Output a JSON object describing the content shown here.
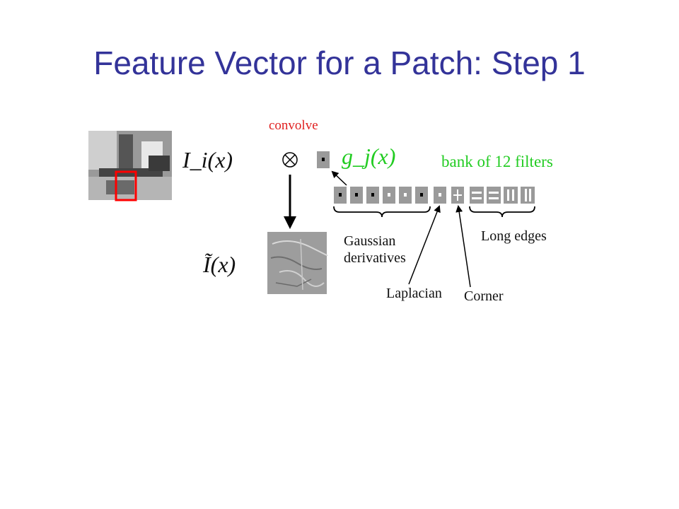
{
  "slide": {
    "title": "Feature Vector for a Patch: Step 1"
  },
  "diagram": {
    "image_label": "I_i(x)",
    "convolve_label": "convolve",
    "filter_label": "g_j(x)",
    "bank_label": "bank of 12 filters",
    "output_label": "Ĩ(x)",
    "groups": {
      "gaussian": "Gaussian derivatives",
      "long_edges": "Long edges",
      "laplacian": "Laplacian",
      "corner": "Corner"
    },
    "colors": {
      "title": "#333399",
      "convolve": "#e02020",
      "green": "#22cc22",
      "highlight": "#ff0000"
    }
  }
}
